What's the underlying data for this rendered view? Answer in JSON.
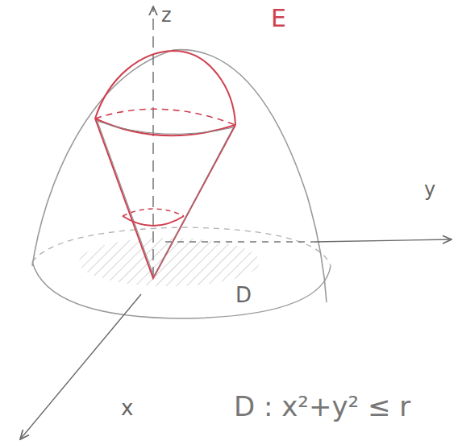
{
  "diagram": {
    "labels": [
      "z",
      "E",
      "y",
      "D",
      "x",
      "D : x²+y² ≤ r"
    ]
  }
}
